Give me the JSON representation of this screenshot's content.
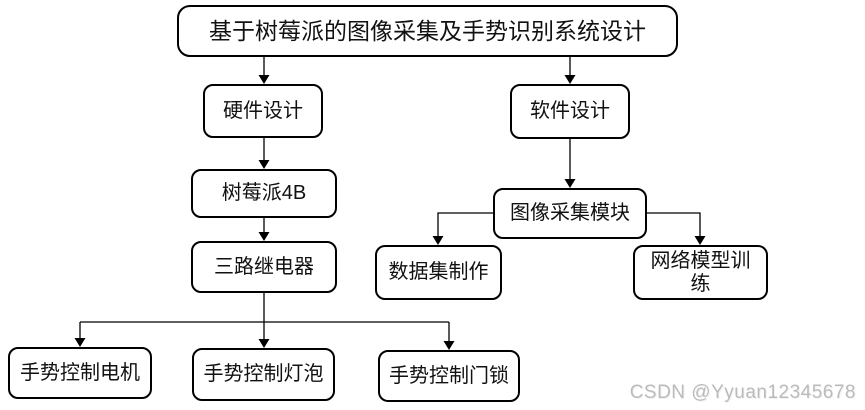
{
  "diagram": {
    "title": "基于树莓派的图像采集及手势识别系统设计",
    "nodes": {
      "hardware_design": "硬件设计",
      "raspberry_pi_4b": "树莓派4B",
      "three_way_relay": "三路继电器",
      "gesture_control_motor": "手势控制电机",
      "gesture_control_bulb": "手势控制灯泡",
      "gesture_control_lock": "手势控制门锁",
      "software_design": "软件设计",
      "image_capture_module": "图像采集模块",
      "dataset_creation": "数据集制作",
      "network_model_training": "网络模型训练"
    },
    "edges": [
      {
        "from": "title",
        "to": "hardware_design"
      },
      {
        "from": "title",
        "to": "software_design"
      },
      {
        "from": "hardware_design",
        "to": "raspberry_pi_4b"
      },
      {
        "from": "raspberry_pi_4b",
        "to": "three_way_relay"
      },
      {
        "from": "three_way_relay",
        "to": "gesture_control_motor"
      },
      {
        "from": "three_way_relay",
        "to": "gesture_control_bulb"
      },
      {
        "from": "three_way_relay",
        "to": "gesture_control_lock"
      },
      {
        "from": "software_design",
        "to": "image_capture_module"
      },
      {
        "from": "image_capture_module",
        "to": "dataset_creation"
      },
      {
        "from": "image_capture_module",
        "to": "network_model_training"
      }
    ],
    "colors": {
      "node_border": "#000000",
      "node_fill": "#ffffff",
      "connector": "#000000",
      "watermark": "#bbbbbb"
    }
  },
  "watermark": {
    "text": "CSDN @Yyuan12345678"
  }
}
